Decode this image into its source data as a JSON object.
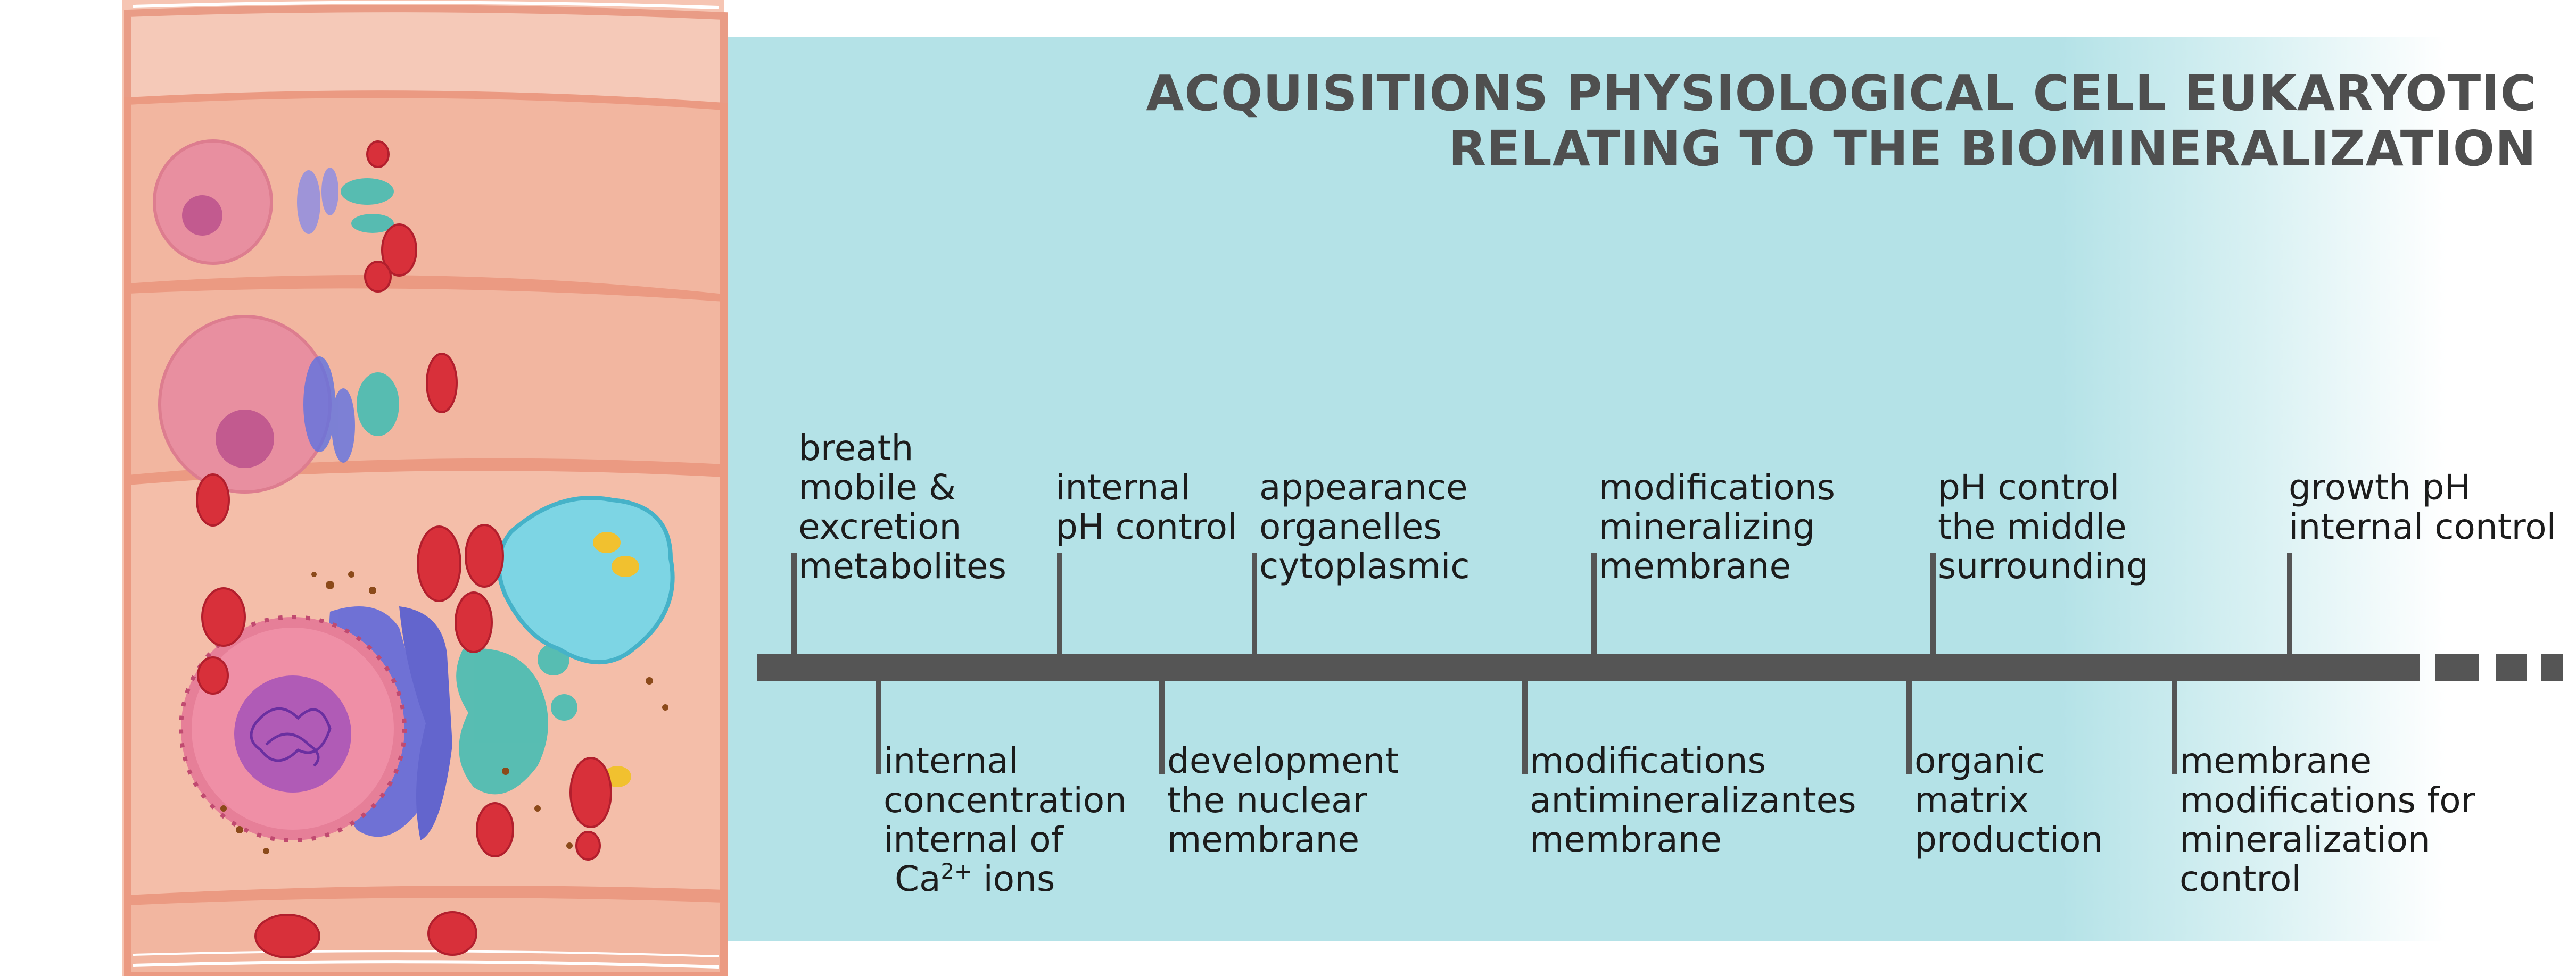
{
  "title": {
    "line1": "ACQUISITIONS PHYSIOLOGICAL CELL EUKARYOTIC",
    "line2": "RELATING TO THE BIOMINERALIZATION"
  },
  "colors": {
    "panel": "#b4e2e7",
    "timeline": "#555555",
    "title_text": "#4f4f4f",
    "label_text": "#1c1c1c",
    "cell_wall": "#f0ad98",
    "nucleus": "#e7838f",
    "golgi": "#5a6be0",
    "er": "#3cbdb4",
    "mitochondria": "#d8303a",
    "vacuole": "#7dd5e4"
  },
  "illustration": {
    "icons": [
      "cell-wall-icon",
      "nucleus-icon",
      "golgi-apparatus-icon",
      "endoplasmic-reticulum-icon",
      "mitochondrion-icon",
      "vacuole-icon"
    ]
  },
  "timeline": {
    "above": [
      {
        "lines": [
          "breath",
          "mobile &",
          "excretion",
          "metabolites"
        ]
      },
      {
        "lines": [
          "internal",
          "pH control"
        ]
      },
      {
        "lines": [
          "appearance",
          "organelles",
          "cytoplasmic"
        ]
      },
      {
        "lines": [
          "modifications",
          "mineralizing",
          "membrane"
        ]
      },
      {
        "lines": [
          "pH control",
          "the middle",
          "surrounding"
        ]
      },
      {
        "lines": [
          "growth pH",
          "internal control"
        ]
      }
    ],
    "below": [
      {
        "lines": [
          "internal",
          "concentration",
          "internal of"
        ],
        "ion_base": "Ca",
        "ion_charge": "2+",
        "ion_word": " ions"
      },
      {
        "lines": [
          "development",
          "the nuclear",
          "membrane"
        ]
      },
      {
        "lines": [
          "modifications",
          "antimineralizantes",
          "membrane"
        ]
      },
      {
        "lines": [
          "organic",
          "matrix",
          "production"
        ]
      },
      {
        "lines": [
          "membrane",
          "modifications for",
          "mineralization",
          "control"
        ]
      }
    ]
  }
}
